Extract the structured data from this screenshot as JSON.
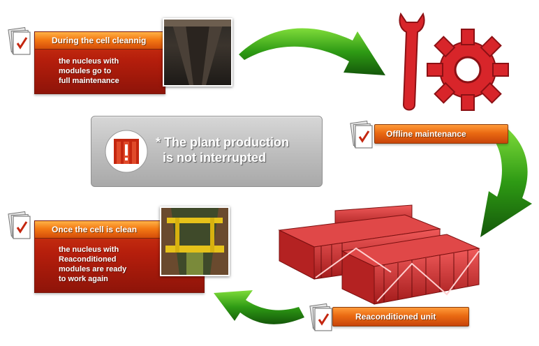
{
  "steps": [
    {
      "heading": "During the cell cleannig",
      "text_lines": [
        "the nucleus with",
        "modules go to",
        "full maintenance"
      ]
    },
    {
      "heading": "Offline maintenance"
    },
    {
      "heading": "Reaconditioned unit"
    },
    {
      "heading": "Once the cell is clean",
      "text_lines": [
        "the nucleus with",
        "Reaconditioned",
        "modules are ready",
        "to work again"
      ]
    }
  ],
  "note": {
    "lines": [
      "* The plant production",
      "is not interrupted"
    ]
  },
  "colors": {
    "accent_red": "#c4260f",
    "accent_orange": "#f47a14",
    "arrow_green": "#2c8a12",
    "note_gray": "#c2c2c2"
  },
  "icons": [
    "checklist-icon",
    "alert-icon",
    "wrench-icon",
    "gear-icon",
    "arrow-icon"
  ]
}
